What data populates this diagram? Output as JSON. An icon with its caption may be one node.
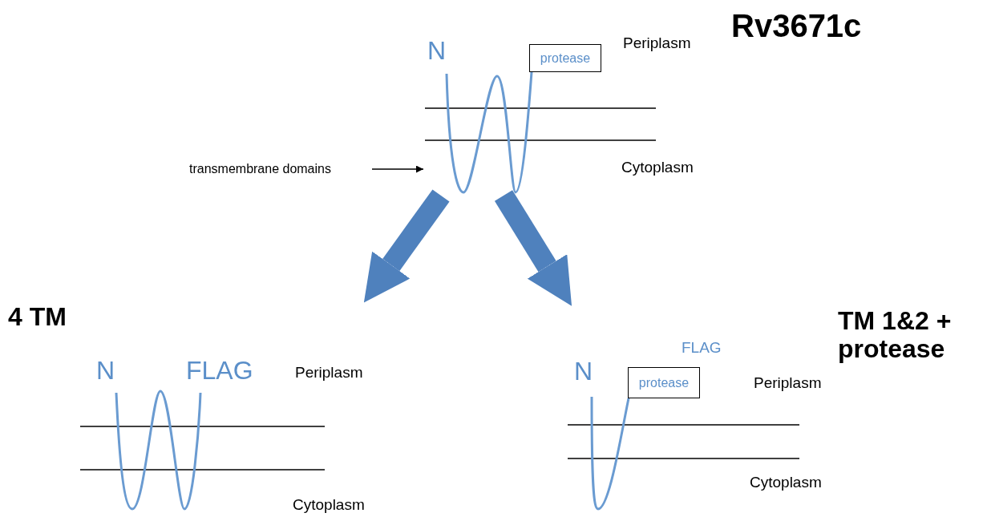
{
  "diagram": {
    "title": "Rv3671c",
    "nodes": [
      {
        "text": [
          "N",
          "Periplasm",
          "Cytoplasm"
        ]
      },
      {
        "text": [
          "protease"
        ],
        "in": 0
      },
      {
        "text": [
          "transmembrane domains"
        ]
      },
      {
        "text": [
          "4 TM",
          "N",
          "FLAG",
          "Periplasm",
          "Cytoplasm"
        ]
      },
      {
        "text": [
          "TM 1&2 + protease",
          "FLAG",
          "N",
          "Periplasm",
          "Cytoplasm"
        ]
      },
      {
        "text": [
          "protease"
        ],
        "in": 4
      }
    ],
    "edges": [
      {
        "from": 2,
        "to": 0,
        "arrow": "to",
        "color": "#000000"
      },
      {
        "from": 0,
        "to": 3,
        "arrow": "to"
      },
      {
        "from": 0,
        "to": 4,
        "arrow": "to"
      }
    ]
  }
}
